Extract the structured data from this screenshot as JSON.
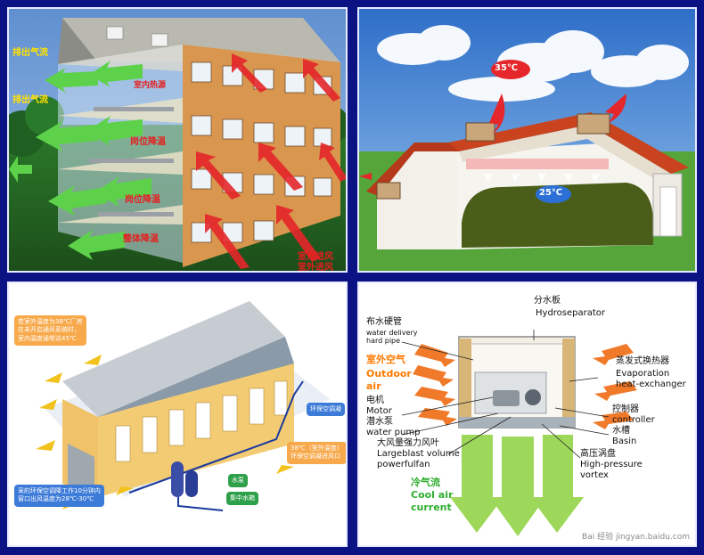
{
  "panel1": {
    "labels": {
      "exhaust_top": "排出气流",
      "exhaust_mid": "排出气流",
      "indoor_heat": "室内热源",
      "spot_cool_1": "岗位降温",
      "spot_cool_2": "岗位降温",
      "whole_cool": "整体降温",
      "outdoor_air_1": "室外进风",
      "outdoor_air_2": "室外进风"
    },
    "colors": {
      "arrow_red": "#e5262a",
      "arrow_green": "#5ed14a",
      "wall": "#d99a55"
    }
  },
  "panel2": {
    "temp_outside": "35℃",
    "temp_inside": "25℃",
    "colors": {
      "roof": "#c9431f",
      "sky": "#3f86d8",
      "grass": "#55a53a"
    }
  },
  "panel3": {
    "note_top": [
      "若室外温度为38℃厂房",
      "在未开启通风系统时，",
      "室内温度通常达45℃"
    ],
    "note_bottom": [
      "采的环保空调降工作10分钟内",
      "窗口出风温度为28℃-30℃"
    ],
    "note_right": [
      "38℃（室外温度）",
      "环保空调凝进风口"
    ],
    "tag_cooler": "环保空调凝",
    "tag_water": "水泵",
    "tag_collect": "集中水箱"
  },
  "panel4": {
    "distributor_cn": "分水板",
    "distributor_en": "Hydroseparator",
    "pipe_cn": "布水硬管",
    "pipe_en": [
      "water delivery",
      "hard pipe"
    ],
    "outdoor_cn": "室外空气",
    "outdoor_en": [
      "Outdoor",
      "air"
    ],
    "evap_cn": "蒸发式换热器",
    "evap_en": [
      "Evaporation",
      "heat-exchanger"
    ],
    "motor_cn": "电机",
    "motor_en": "Motor",
    "pump_cn": "潜水泵",
    "pump_en": "water pump",
    "controller_cn": "控制器",
    "controller_en": "controller",
    "basin_cn": "水槽",
    "basin_en": "Basin",
    "fan_cn": "大风量强力风叶",
    "fan_en": [
      "Largeblast volume",
      "powerfulfan"
    ],
    "vortex_cn": "高压涡盘",
    "vortex_en": [
      "High-pressure",
      "vortex"
    ],
    "cool_cn": "冷气流",
    "cool_en": [
      "Cool air",
      "current"
    ],
    "watermark": "Bai 经验 jingyan.baidu.com",
    "colors": {
      "hot_arrow": "#f07a2a",
      "cool_arrow": "#8fd24a"
    }
  }
}
